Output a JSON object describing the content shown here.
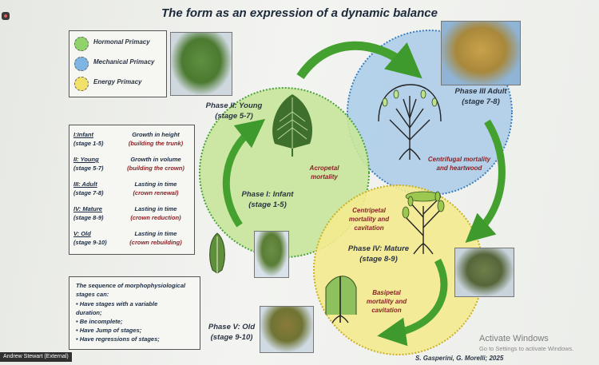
{
  "slide": {
    "title": "The form as an expression of a dynamic balance",
    "legend": [
      {
        "label": "Hormonal Primacy",
        "color": "#8fd36a"
      },
      {
        "label": "Mechanical Primacy",
        "color": "#7fb5e4"
      },
      {
        "label": "Energy Primacy",
        "color": "#f1e06a"
      }
    ],
    "stages": [
      {
        "phase": "I:Infant",
        "stage": "(stage 1-5)",
        "growth": "Growth in height",
        "detail": "(building the trunk)"
      },
      {
        "phase": "II: Young",
        "stage": "(stage 5-7)",
        "growth": "Growth in volume",
        "detail": "(building the crown)"
      },
      {
        "phase": "III: Adult",
        "stage": "(stage 7-8)",
        "growth": "Lasting in time",
        "detail": "(crown renewal)"
      },
      {
        "phase": "IV: Mature",
        "stage": "(stage 8-9)",
        "growth": "Lasting in time",
        "detail": "(crown reduction)"
      },
      {
        "phase": "V: Old",
        "stage": "(stage 9-10)",
        "growth": "Lasting in time",
        "detail": "(crown rebuilding)"
      }
    ],
    "notes": {
      "line1": "The sequence of  morphophysiological",
      "line2": "stages can:",
      "line3": "• Have stages with a variable",
      "line4": "duration;",
      "line5": "• Be incomplete;",
      "line6": "• Have Jump of stages;",
      "line7": "• Have regressions of stages;"
    },
    "phases": {
      "young": {
        "line1": "Phase II: Young",
        "line2": "(stage 5-7)"
      },
      "adult": {
        "line1": "Phase III Adult",
        "line2": "(stage 7-8)"
      },
      "infant": {
        "line1": "Phase I: Infant",
        "line2": "(stage 1-5)"
      },
      "mature": {
        "line1": "Phase IV: Mature",
        "line2": "(stage 8-9)"
      },
      "old": {
        "line1": "Phase V: Old",
        "line2": "(stage 9-10)"
      }
    },
    "mortality": {
      "acropetal": {
        "line1": "Acropetal",
        "line2": "mortality"
      },
      "centrifugal": {
        "line1": "Centrifugal mortality",
        "line2": "and heartwood"
      },
      "centripetal": {
        "line1": "Centripetal",
        "line2": "mortality and",
        "line3": "cavitation"
      },
      "basipetal": {
        "line1": "Basipetal",
        "line2": "mortality and",
        "line3": "cavitation"
      }
    },
    "authors": "S. Gasperini, G. Morelli; 2025"
  },
  "overlay": {
    "activate_title": "Activate Windows",
    "activate_sub": "Go to Settings to activate Windows.",
    "participant": "Andrew Stewart (External)"
  }
}
